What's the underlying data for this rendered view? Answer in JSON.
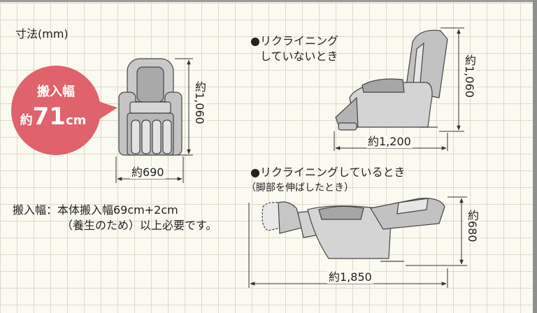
{
  "header": {
    "title": "寸法(mm)"
  },
  "badge": {
    "line1": "搬入幅",
    "prefix": "約",
    "number": "71",
    "unit": "cm",
    "color": "#e0626a"
  },
  "front_view": {
    "height_label": "約1,060",
    "width_label": "約690"
  },
  "note": {
    "line1": "搬入幅：本体搬入幅69cm+2cm",
    "line2": "（養生のため）以上必要です。"
  },
  "upright_view": {
    "title_line1": "●リクライニング",
    "title_line2": "していないとき",
    "height_label": "約1,060",
    "depth_label": "約1,200"
  },
  "reclined_view": {
    "title": "●リクライニングしているとき",
    "subtitle": "（脚部を伸ばしたとき）",
    "height_label": "約680",
    "depth_label": "約1,850"
  }
}
